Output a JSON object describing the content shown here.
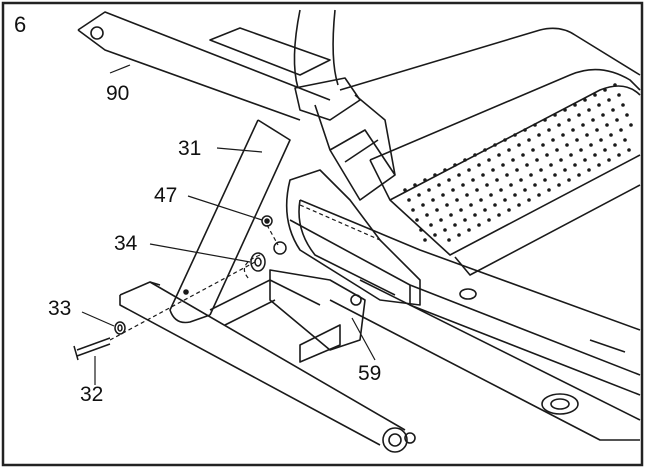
{
  "diagram": {
    "step_number": "6",
    "part_labels": [
      "90",
      "31",
      "47",
      "34",
      "33",
      "32",
      "59"
    ],
    "colors": {
      "line": "#1a1a1a",
      "frame": "#222222",
      "background": "#ffffff",
      "dot": "#1a1a1a"
    }
  }
}
